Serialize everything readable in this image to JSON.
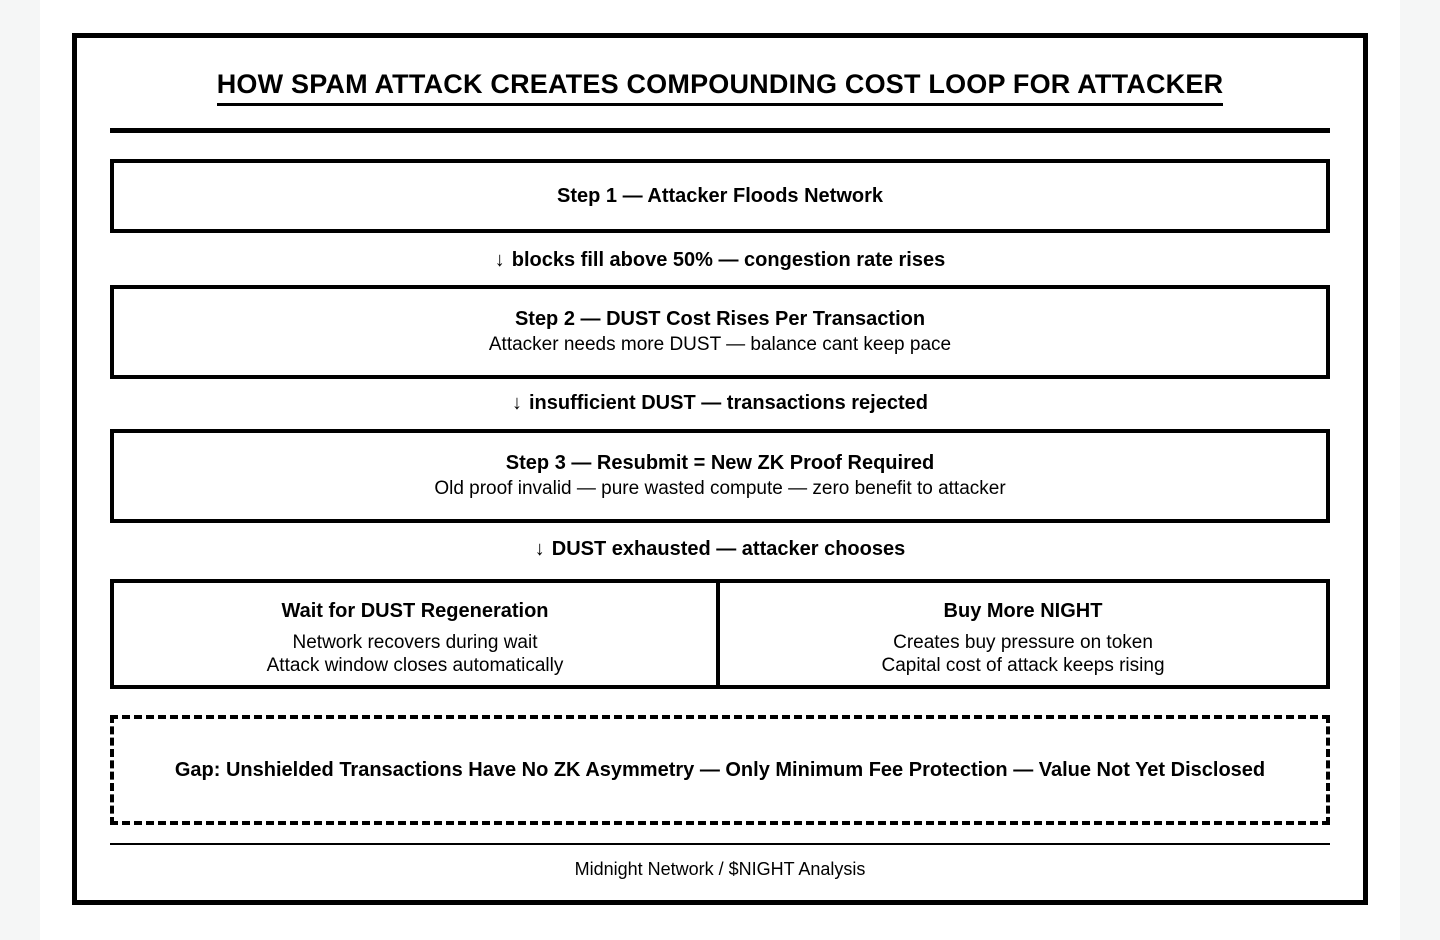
{
  "page": {
    "title": "HOW SPAM ATTACK CREATES COMPOUNDING COST LOOP FOR ATTACKER",
    "footer": "Midnight Network / $NIGHT Analysis"
  },
  "flow": {
    "step1": {
      "title": "Step 1 — Attacker Floods Network"
    },
    "connector1": {
      "arrow": "↓",
      "label": "blocks fill above 50% — congestion rate rises"
    },
    "step2": {
      "title": "Step 2 — DUST Cost Rises Per Transaction",
      "subtitle": "Attacker needs more DUST — balance cant keep pace"
    },
    "connector2": {
      "arrow": "↓",
      "label": "insufficient DUST — transactions rejected"
    },
    "step3": {
      "title": "Step 3 — Resubmit = New ZK Proof Required",
      "subtitle": "Old proof invalid — pure wasted compute — zero benefit to attacker"
    },
    "connector3": {
      "arrow": "↓",
      "label": "DUST exhausted — attacker chooses"
    },
    "choice_left": {
      "title": "Wait for DUST Regeneration",
      "line1": "Network recovers during wait",
      "line2": "Attack window closes automatically"
    },
    "choice_right": {
      "title": "Buy More NIGHT",
      "line1": "Creates buy pressure on token",
      "line2": "Capital cost of attack keeps rising"
    },
    "gap_note": {
      "text": "Gap: Unshielded Transactions Have No ZK Asymmetry — Only Minimum Fee Protection — Value Not Yet Disclosed"
    }
  },
  "colors": {
    "ink": "#000000",
    "paper": "#ffffff",
    "canvas_background": "#f5f6f6"
  }
}
